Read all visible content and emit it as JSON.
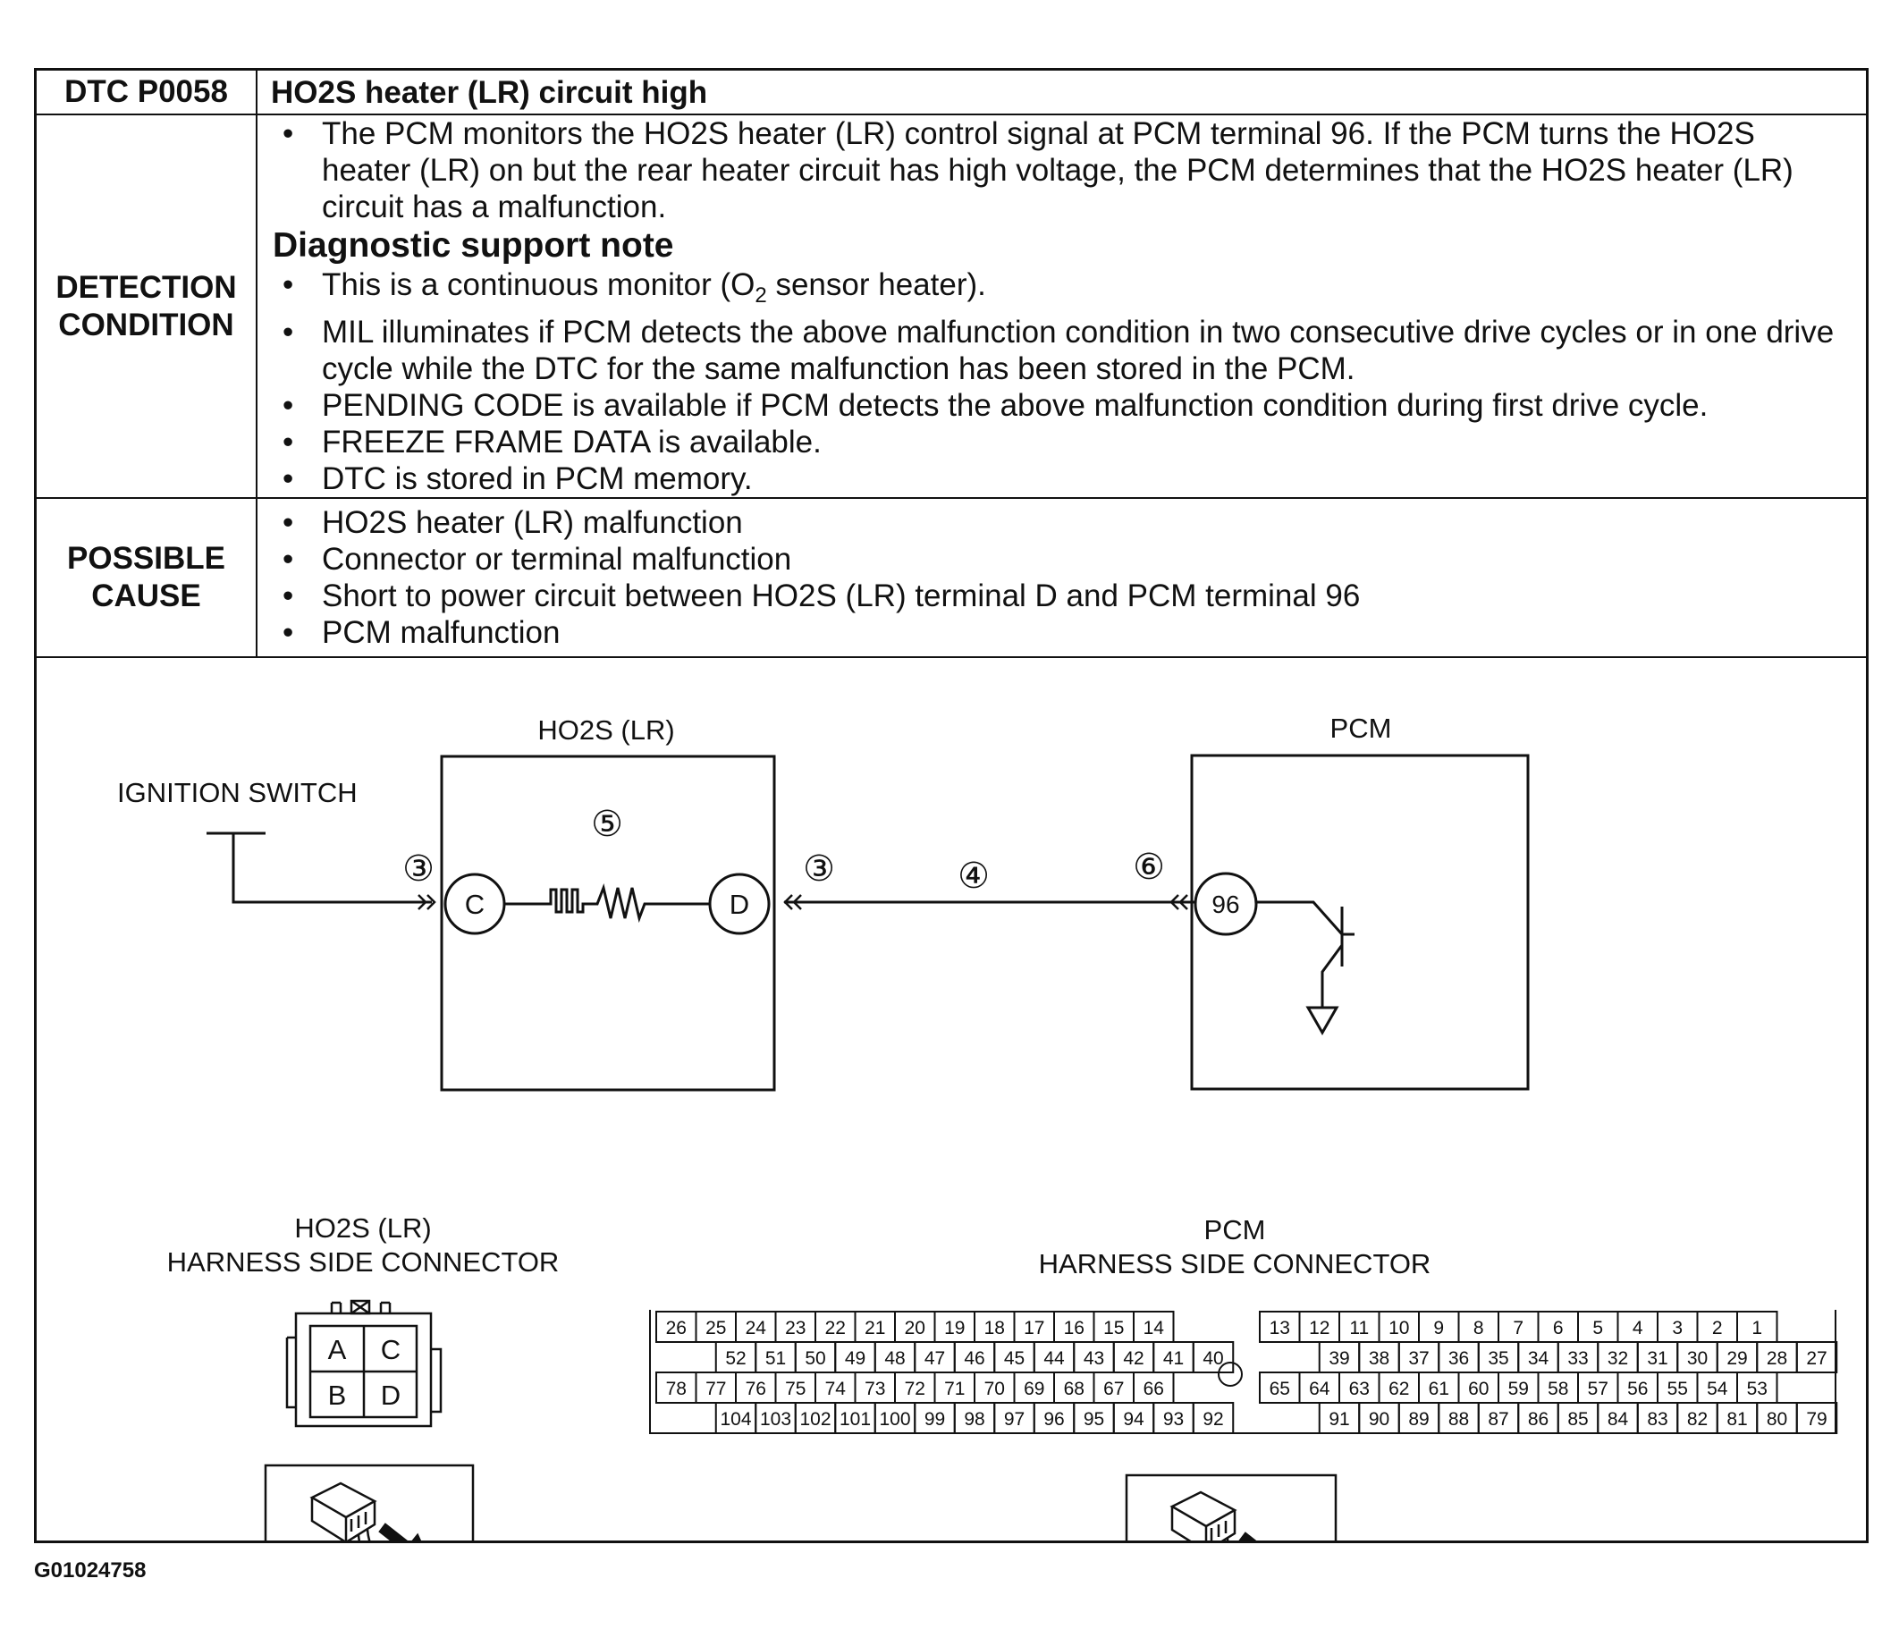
{
  "header": {
    "code": "DTC P0058",
    "title": "HO2S heater (LR) circuit high"
  },
  "detection": {
    "label_line1": "DETECTION",
    "label_line2": "CONDITION",
    "items": [
      "The PCM monitors the HO2S heater (LR) control signal at PCM terminal 96. If the PCM turns the HO2S heater (LR) on but the rear heater circuit has high voltage, the PCM determines that the HO2S heater (LR) circuit has a malfunction."
    ],
    "support_heading": "Diagnostic support note",
    "support_item1_pre": "This is a continuous monitor (O",
    "support_item1_sub": "2",
    "support_item1_post": " sensor heater).",
    "support_items": [
      "MIL illuminates if PCM detects the above malfunction condition in two consecutive drive cycles or in one drive cycle while the DTC for the same malfunction has been stored in the PCM.",
      "PENDING CODE is available if PCM detects the above malfunction condition during first drive cycle.",
      "FREEZE FRAME DATA is available.",
      "DTC is stored in PCM memory."
    ]
  },
  "possible_cause": {
    "label_line1": "POSSIBLE",
    "label_line2": "CAUSE",
    "items": [
      "HO2S heater (LR) malfunction",
      "Connector or terminal malfunction",
      "Short to power circuit between HO2S (LR) terminal D and PCM terminal 96",
      "PCM malfunction"
    ]
  },
  "diagram": {
    "ho2s_title": "HO2S (LR)",
    "pcm_title": "PCM",
    "ignition_switch": "IGNITION SWITCH",
    "terminal_c": "C",
    "terminal_d": "D",
    "terminal_96": "96",
    "callouts": {
      "n3": "③",
      "n4": "④",
      "n5": "⑤",
      "n6": "⑥"
    },
    "ho2s_connector_line1": "HO2S (LR)",
    "ho2s_connector_line2": "HARNESS SIDE CONNECTOR",
    "ho2s_pins": [
      "A",
      "C",
      "B",
      "D"
    ],
    "pcm_connector_line1": "PCM",
    "pcm_connector_line2": "HARNESS SIDE CONNECTOR",
    "pcm_left_rows": [
      [
        "26",
        "25",
        "24",
        "23",
        "22",
        "21",
        "20",
        "19",
        "18",
        "17",
        "16",
        "15",
        "14"
      ],
      [
        "",
        "52",
        "51",
        "50",
        "49",
        "48",
        "47",
        "46",
        "45",
        "44",
        "43",
        "42",
        "41",
        "40"
      ],
      [
        "78",
        "77",
        "76",
        "75",
        "74",
        "73",
        "72",
        "71",
        "70",
        "69",
        "68",
        "67",
        "66"
      ],
      [
        "",
        "104",
        "103",
        "102",
        "101",
        "100",
        "99",
        "98",
        "97",
        "96",
        "95",
        "94",
        "93",
        "92"
      ]
    ],
    "pcm_right_rows": [
      [
        "13",
        "12",
        "11",
        "10",
        "9",
        "8",
        "7",
        "6",
        "5",
        "4",
        "3",
        "2",
        "1",
        ""
      ],
      [
        "",
        "39",
        "38",
        "37",
        "36",
        "35",
        "34",
        "33",
        "32",
        "31",
        "30",
        "29",
        "28",
        "27"
      ],
      [
        "65",
        "64",
        "63",
        "62",
        "61",
        "60",
        "59",
        "58",
        "57",
        "56",
        "55",
        "54",
        "53",
        ""
      ],
      [
        "",
        "91",
        "90",
        "89",
        "88",
        "87",
        "86",
        "85",
        "84",
        "83",
        "82",
        "81",
        "80",
        "79"
      ]
    ]
  },
  "figure_id": "G01024758"
}
